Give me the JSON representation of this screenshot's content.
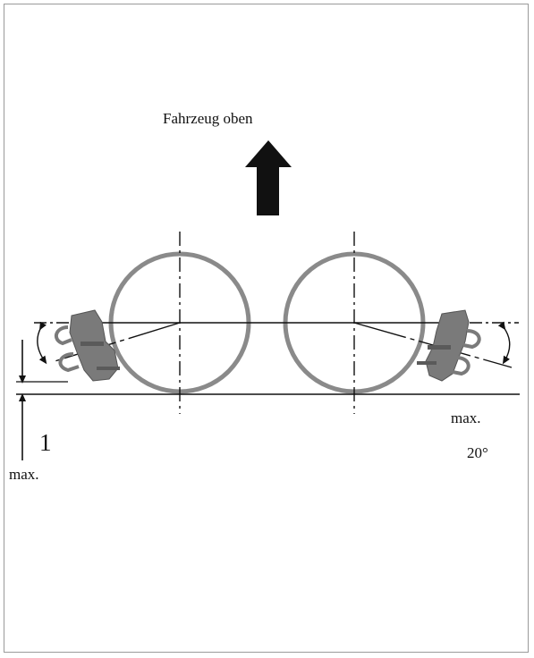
{
  "labels": {
    "direction": "Fahrzeug oben",
    "dimension_number": "1",
    "max_left": "max.",
    "max_right": "max.",
    "angle": "20°"
  },
  "icons": {
    "direction_arrow": "arrow-up-icon",
    "left_wheel": "circle-icon",
    "right_wheel": "circle-icon",
    "left_clamp": "clamp-icon",
    "right_clamp": "clamp-icon"
  },
  "colors": {
    "wheel_stroke": "#8a8a8a",
    "clamp_fill": "#7a7a7a",
    "line": "#111111",
    "frame": "#9a9a9a"
  }
}
